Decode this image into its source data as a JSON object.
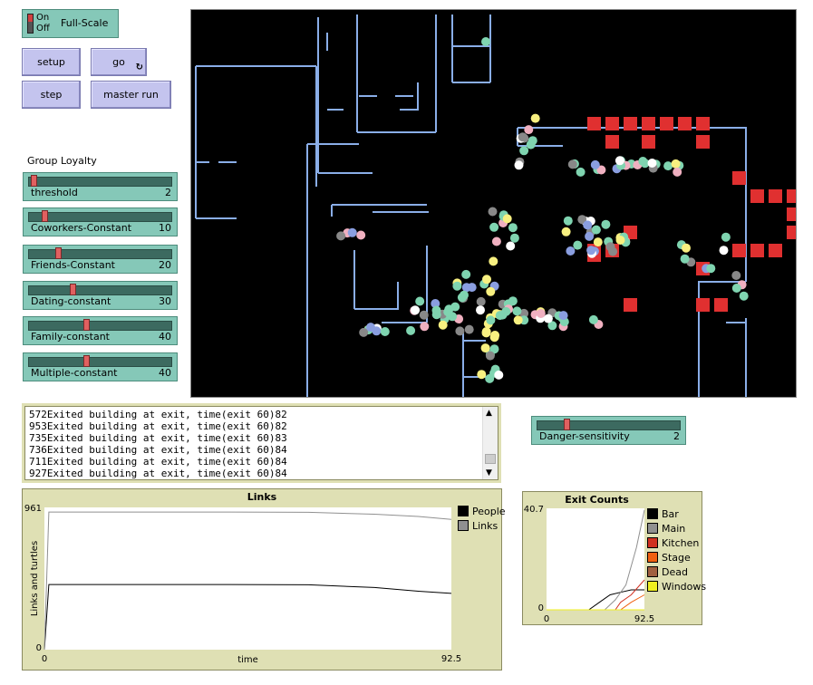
{
  "switch": {
    "on": "On",
    "off": "Off",
    "label": "Full-Scale"
  },
  "buttons": {
    "setup": "setup",
    "go": "go",
    "step": "step",
    "master_run": "master run"
  },
  "group_loyalty_label": "Group Loyalty",
  "sliders": [
    {
      "label": "threshold",
      "value": "2",
      "fraction": 0.02
    },
    {
      "label": "Coworkers-Constant",
      "value": "10",
      "fraction": 0.1
    },
    {
      "label": "Friends-Constant",
      "value": "20",
      "fraction": 0.2
    },
    {
      "label": "Dating-constant",
      "value": "30",
      "fraction": 0.3
    },
    {
      "label": "Family-constant",
      "value": "40",
      "fraction": 0.4
    },
    {
      "label": "Multiple-constant",
      "value": "40",
      "fraction": 0.4
    }
  ],
  "danger_slider": {
    "label": "Danger-sensitivity",
    "value": "2",
    "fraction": 0.2
  },
  "output_lines": [
    "572Exited building at exit, time(exit 60)82",
    "953Exited building at exit, time(exit 60)82",
    "735Exited building at exit, time(exit 60)83",
    "736Exited building at exit, time(exit 60)84",
    "711Exited building at exit, time(exit 60)84",
    "927Exited building at exit, time(exit 60)84"
  ],
  "scroll_icons": {
    "up": "chevron-up-icon",
    "down": "chevron-down-icon"
  },
  "colors": {
    "button": "#c4c4ee",
    "widget": "#85c8b8",
    "plot_bg": "#dfe0b4",
    "wall": "#8aaee8",
    "fire": "#e03030",
    "people_teal": "#7fd4b0",
    "people_yellow": "#f8f080",
    "people_grey": "#888888",
    "people_blue": "#8a9ee0",
    "people_pink": "#f0b0c0",
    "people_white": "#ffffff"
  },
  "chart_data": [
    {
      "type": "line",
      "title": "Links",
      "xlabel": "time",
      "ylabel": "Links and turtles",
      "x_min_label": "0",
      "x_max_label": "92.5",
      "y_min_label": "0",
      "y_max_label": "961",
      "xlim": [
        0,
        92.5
      ],
      "ylim": [
        0,
        961
      ],
      "series": [
        {
          "name": "People",
          "color": "#000000",
          "points": [
            [
              0,
              0
            ],
            [
              1,
              440
            ],
            [
              10,
              440
            ],
            [
              40,
              440
            ],
            [
              60,
              438
            ],
            [
              75,
              420
            ],
            [
              85,
              395
            ],
            [
              92.5,
              380
            ]
          ]
        },
        {
          "name": "Links",
          "color": "#909090",
          "points": [
            [
              0,
              0
            ],
            [
              1,
              930
            ],
            [
              10,
              930
            ],
            [
              40,
              930
            ],
            [
              60,
              928
            ],
            [
              75,
              915
            ],
            [
              85,
              900
            ],
            [
              92.5,
              880
            ]
          ]
        }
      ]
    },
    {
      "type": "line",
      "title": "Exit Counts",
      "x_min_label": "0",
      "x_max_label": "92.5",
      "y_min_label": "0",
      "y_max_label": "40.7",
      "xlim": [
        0,
        92.5
      ],
      "ylim": [
        0,
        40.7
      ],
      "series": [
        {
          "name": "Bar",
          "color": "#000000",
          "points": [
            [
              0,
              0
            ],
            [
              40,
              0
            ],
            [
              50,
              3
            ],
            [
              60,
              6
            ],
            [
              70,
              7
            ],
            [
              80,
              8
            ],
            [
              92.5,
              8
            ]
          ]
        },
        {
          "name": "Main",
          "color": "#909090",
          "points": [
            [
              0,
              0
            ],
            [
              55,
              0
            ],
            [
              65,
              4
            ],
            [
              75,
              10
            ],
            [
              85,
              25
            ],
            [
              92.5,
              40
            ]
          ]
        },
        {
          "name": "Kitchen",
          "color": "#d03020",
          "points": [
            [
              0,
              0
            ],
            [
              65,
              0
            ],
            [
              70,
              3
            ],
            [
              80,
              6
            ],
            [
              92.5,
              12
            ]
          ]
        },
        {
          "name": "Stage",
          "color": "#f06010",
          "points": [
            [
              0,
              0
            ],
            [
              70,
              0
            ],
            [
              80,
              3
            ],
            [
              92.5,
              6
            ]
          ]
        },
        {
          "name": "Dead",
          "color": "#a06040",
          "points": [
            [
              0,
              0
            ],
            [
              92.5,
              0
            ]
          ]
        },
        {
          "name": "Windows",
          "color": "#f0f020",
          "points": [
            [
              0,
              0
            ],
            [
              92.5,
              0
            ]
          ]
        }
      ]
    }
  ]
}
